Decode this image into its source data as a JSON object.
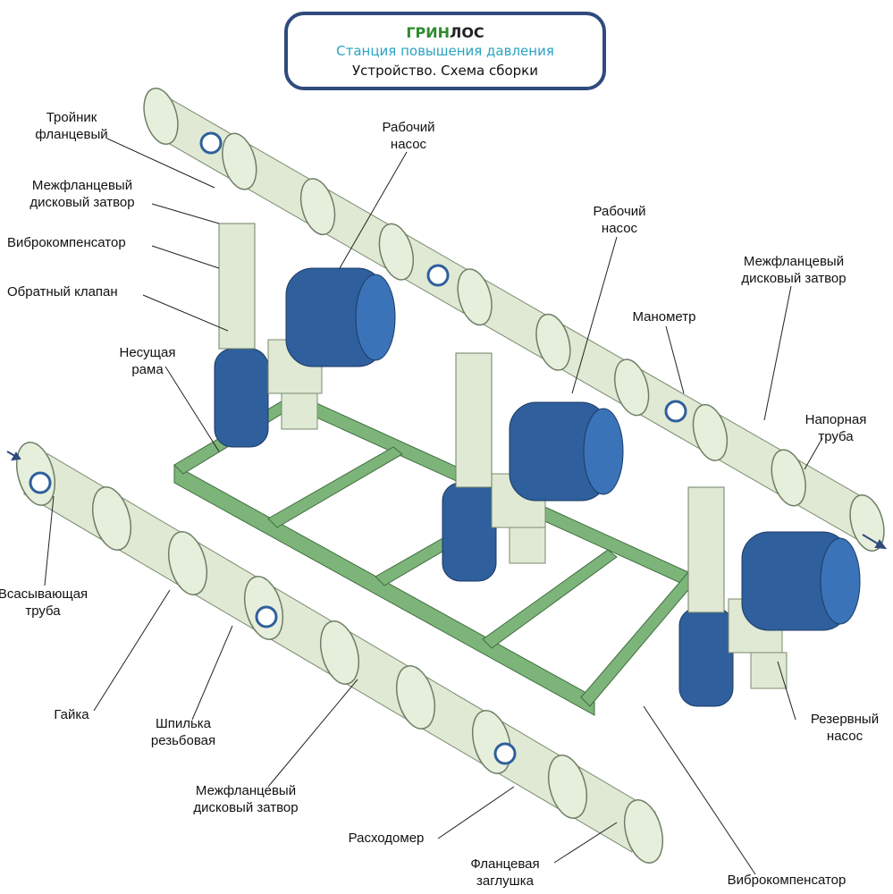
{
  "title": {
    "brand_green": "ГРИН",
    "brand_dark": "ЛОС",
    "subtitle": "Станция повышения давления",
    "caption": "Устройство. Схема сборки"
  },
  "labels": {
    "tee": [
      "Тройник",
      "фланцевый"
    ],
    "valve_top": [
      "Межфланцевый",
      "дисковый затвор"
    ],
    "vibro_top": "Виброкомпенсатор",
    "check_valve": "Обратный клапан",
    "frame": [
      "Несущая",
      "рама"
    ],
    "pump1": [
      "Рабочий",
      "насос"
    ],
    "pump2": [
      "Рабочий",
      "насос"
    ],
    "valve_right": [
      "Межфланцевый",
      "дисковый затвор"
    ],
    "manometer": "Манометр",
    "discharge_pipe": [
      "Напорная",
      "труба"
    ],
    "suction_pipe": [
      "Всасывающая",
      "труба"
    ],
    "nut": "Гайка",
    "stud": [
      "Шпилька",
      "резьбовая"
    ],
    "valve_bottom": [
      "Межфланцевый",
      "дисковый затвор"
    ],
    "flowmeter": "Расходомер",
    "blind_flange": [
      "Фланцевая",
      "заглушка"
    ],
    "reserve_pump": [
      "Резервный",
      "насос"
    ],
    "vibro_bottom": "Виброкомпенсатор"
  },
  "colors": {
    "pipe": "#dfe9d3",
    "frame": "#7db47a",
    "motor": "#2f5f9c",
    "title_border": "#2f4a7c",
    "brand_green": "#2e8b2e",
    "subtitle": "#2aa3c2"
  }
}
